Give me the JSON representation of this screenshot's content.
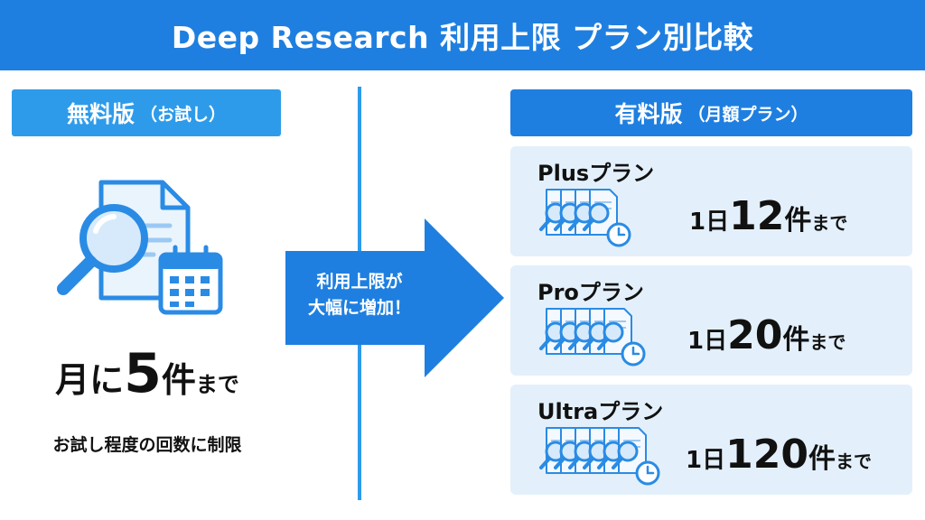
{
  "title": "Deep Research 利用上限 プラン別比較",
  "free": {
    "header_main": "無料版",
    "header_sub": "（お試し）",
    "limit_pre": "月に",
    "limit_num": "5",
    "limit_unit": "件",
    "limit_suffix": "まで",
    "note": "お試し程度の回数に制限"
  },
  "arrow": {
    "line1": "利用上限が",
    "line2": "大幅に増加！"
  },
  "paid": {
    "header_main": "有料版",
    "header_sub": "（月額プラン）",
    "plans": [
      {
        "name": "Plusプラン",
        "limit_pre": "1日",
        "limit_num": "12",
        "limit_unit": "件",
        "limit_suffix": "まで",
        "icon_count": 4
      },
      {
        "name": "Proプラン",
        "limit_pre": "1日",
        "limit_num": "20",
        "limit_unit": "件",
        "limit_suffix": "まで",
        "icon_count": 5
      },
      {
        "name": "Ultraプラン",
        "limit_pre": "1日",
        "limit_num": "120",
        "limit_unit": "件",
        "limit_suffix": "まで",
        "icon_count": 6
      }
    ]
  },
  "colors": {
    "title_bg": "#1f7fe0",
    "free_header_bg": "#2e9bea",
    "paid_header_bg": "#1f7fe0",
    "card_bg": "#e3f0fb",
    "icon_blue": "#2a8be4"
  },
  "icons": {
    "free": "document-search-calendar-icon",
    "plan": "document-search-clock-icon"
  }
}
